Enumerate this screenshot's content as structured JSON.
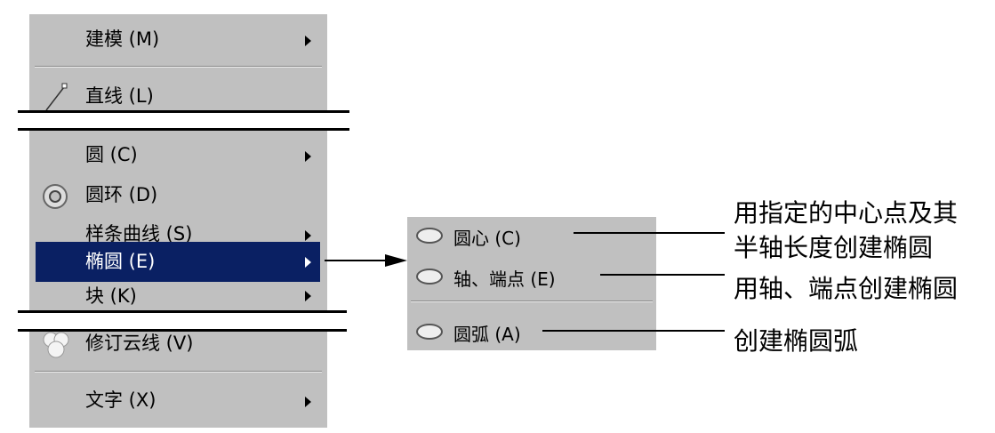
{
  "menu": {
    "items": [
      {
        "label": "建模 (M)",
        "submenu": true
      },
      {
        "label": "直线 (L)",
        "icon": "line-icon"
      },
      {
        "label": "圆 (C)",
        "submenu": true
      },
      {
        "label": "圆环 (D)",
        "icon": "donut-icon"
      },
      {
        "label": "样条曲线 (S)",
        "submenu": true
      },
      {
        "label": "椭圆 (E)",
        "submenu": true,
        "highlighted": true
      },
      {
        "label": "块 (K)",
        "submenu": true
      },
      {
        "label": "修订云线 (V)",
        "icon": "revcloud-icon"
      },
      {
        "label": "文字 (X)",
        "submenu": true
      }
    ],
    "highlight_color": "#0a2063"
  },
  "submenu": {
    "items": [
      {
        "label": "圆心 (C)",
        "icon": "ellipse-center-icon"
      },
      {
        "label": "轴、端点 (E)",
        "icon": "ellipse-axis-icon"
      },
      {
        "label": "圆弧 (A)",
        "icon": "ellipse-arc-icon"
      }
    ]
  },
  "annotations": {
    "center_line1": "用指定的中心点及其",
    "center_line2": "半轴长度创建椭圆",
    "axis": "用轴、端点创建椭圆",
    "arc": "创建椭圆弧"
  }
}
